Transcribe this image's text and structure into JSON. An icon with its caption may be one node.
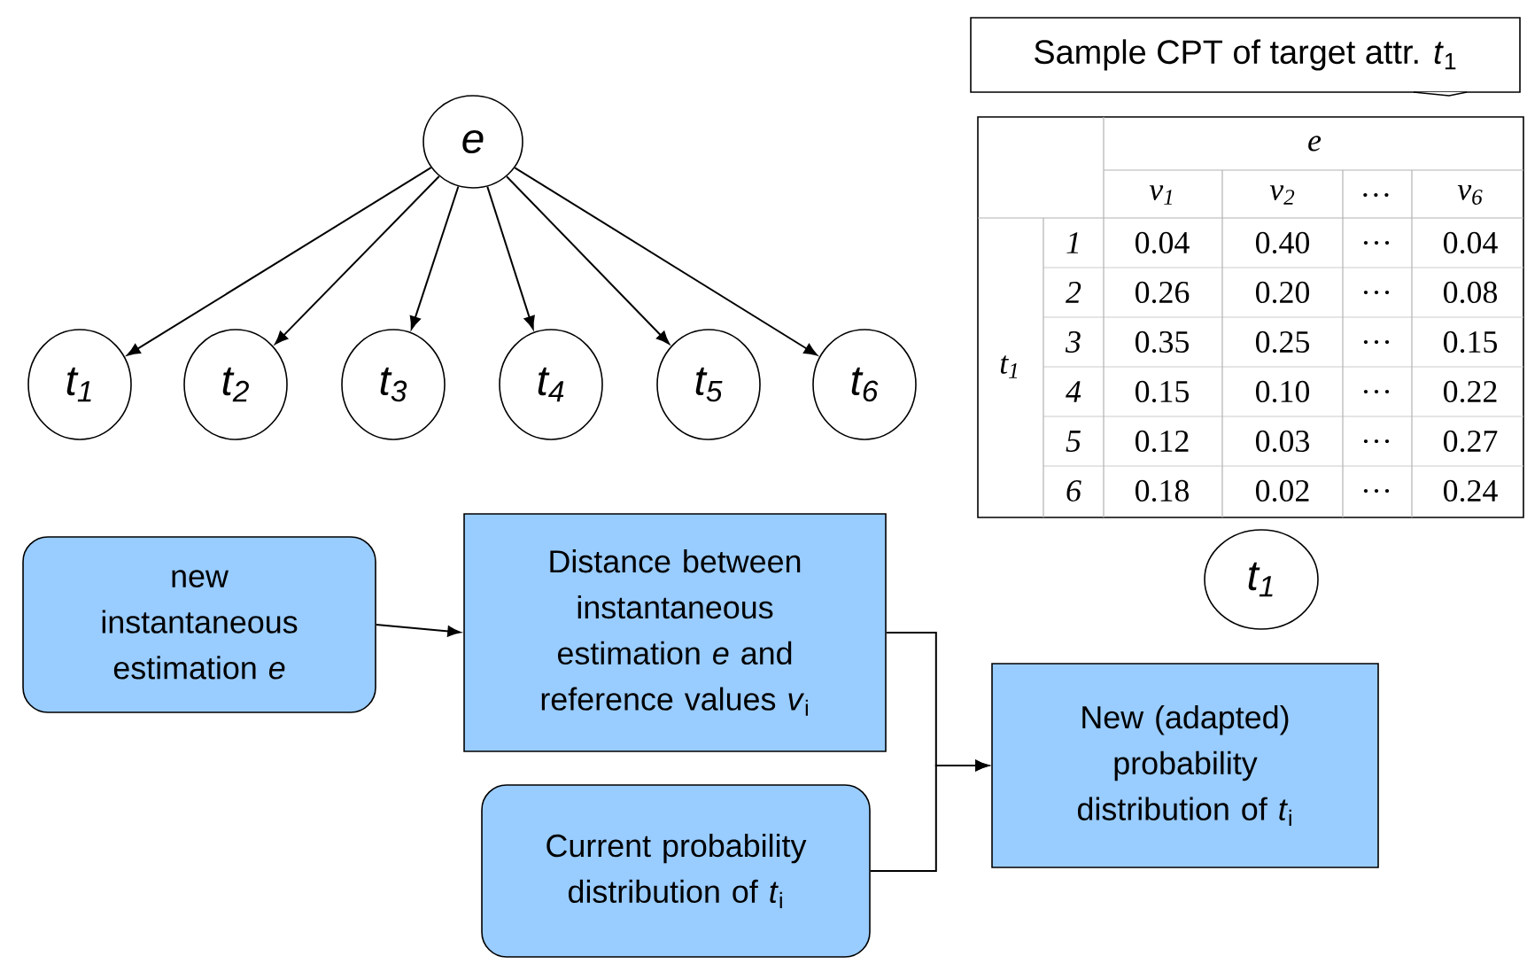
{
  "diagram": {
    "nodes": [
      {
        "text": [
          "e"
        ]
      },
      {
        "text": [
          "t$_{1}$"
        ]
      },
      {
        "text": [
          "t$_{2}$"
        ]
      },
      {
        "text": [
          "t$_{3}$"
        ]
      },
      {
        "text": [
          "t$_{4}$"
        ]
      },
      {
        "text": [
          "t$_{5}$"
        ]
      },
      {
        "text": [
          "t$_{6}$"
        ]
      },
      {
        "text": [
          "Sample CPT of target attr. *t*$_{1}$"
        ]
      },
      {
        "text": [
          "t$_{1}$"
        ]
      },
      {
        "text": [
          "new instantaneous estimation *e*"
        ]
      },
      {
        "text": [
          "Distance between instantaneous estimation *e* and reference values *v*$_{i}$"
        ]
      },
      {
        "text": [
          "Current probability distribution of *t*$_{i}$"
        ]
      },
      {
        "text": [
          "New (adapted) probability distribution of *t*$_{i}$"
        ]
      }
    ],
    "edges": [
      {
        "from": 0,
        "to": 1,
        "arrow": "to"
      },
      {
        "from": 0,
        "to": 2,
        "arrow": "to"
      },
      {
        "from": 0,
        "to": 3,
        "arrow": "to"
      },
      {
        "from": 0,
        "to": 4,
        "arrow": "to"
      },
      {
        "from": 0,
        "to": 5,
        "arrow": "to"
      },
      {
        "from": 0,
        "to": 6,
        "arrow": "to"
      },
      {
        "from": 9,
        "to": 10,
        "arrow": "to"
      },
      {
        "from": 10,
        "to": 12,
        "arrow": "to"
      },
      {
        "from": 11,
        "to": 12,
        "arrow": "to"
      }
    ],
    "labels": [
      "e",
      "v$_{1}$",
      "v$_{2}$",
      "…",
      "v$_{6}$",
      "t$_{1}$",
      "1",
      "0.04",
      "0.40",
      "…",
      "0.04",
      "2",
      "0.26",
      "0.20",
      "…",
      "0.08",
      "3",
      "0.35",
      "0.25",
      "…",
      "0.15",
      "4",
      "0.15",
      "0.10",
      "…",
      "0.22",
      "5",
      "0.12",
      "0.03",
      "…",
      "0.27",
      "6",
      "0.18",
      "0.02",
      "…",
      "0.24"
    ]
  }
}
